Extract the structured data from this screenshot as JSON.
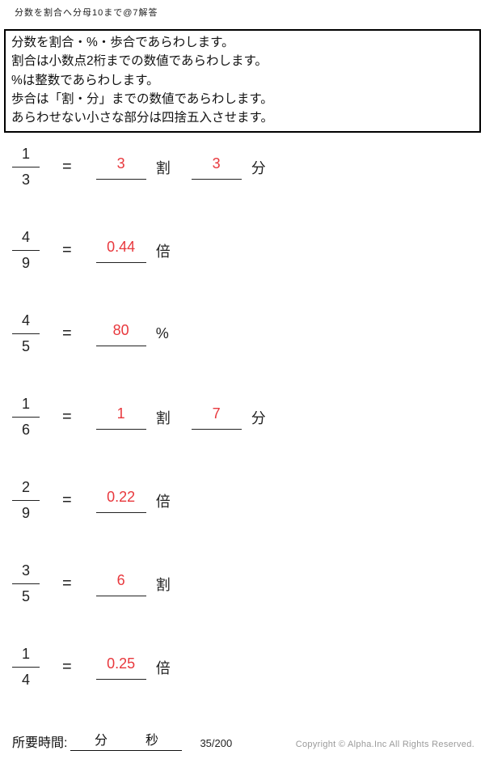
{
  "ui": {
    "equals": "="
  },
  "colors": {
    "answer": "#e8383d"
  },
  "header": {
    "title": "分数を割合へ分母10まで@7解答"
  },
  "instructions": {
    "lines": [
      "分数を割合・%・歩合であらわします。",
      "割合は小数点2桁までの数値であらわします。",
      "%は整数であらわします。",
      "歩合は「割・分」までの数値であらわします。",
      "あらわせない小さな部分は四捨五入させます。"
    ]
  },
  "problems": [
    {
      "numerator": "1",
      "denominator": "3",
      "answers": [
        {
          "value": "3",
          "unit": "割"
        },
        {
          "value": "3",
          "unit": "分"
        }
      ]
    },
    {
      "numerator": "4",
      "denominator": "9",
      "answers": [
        {
          "value": "0.44",
          "unit": "倍"
        }
      ]
    },
    {
      "numerator": "4",
      "denominator": "5",
      "answers": [
        {
          "value": "80",
          "unit": "%"
        }
      ]
    },
    {
      "numerator": "1",
      "denominator": "6",
      "answers": [
        {
          "value": "1",
          "unit": "割"
        },
        {
          "value": "7",
          "unit": "分"
        }
      ]
    },
    {
      "numerator": "2",
      "denominator": "9",
      "answers": [
        {
          "value": "0.22",
          "unit": "倍"
        }
      ]
    },
    {
      "numerator": "3",
      "denominator": "5",
      "answers": [
        {
          "value": "6",
          "unit": "割"
        }
      ]
    },
    {
      "numerator": "1",
      "denominator": "4",
      "answers": [
        {
          "value": "0.25",
          "unit": "倍"
        }
      ]
    }
  ],
  "footer": {
    "time_label": "所要時間:",
    "minutes_label": "分",
    "seconds_label": "秒",
    "page": "35/200",
    "copyright": "Copyright ©  Alpha.Inc All Rights Reserved."
  }
}
